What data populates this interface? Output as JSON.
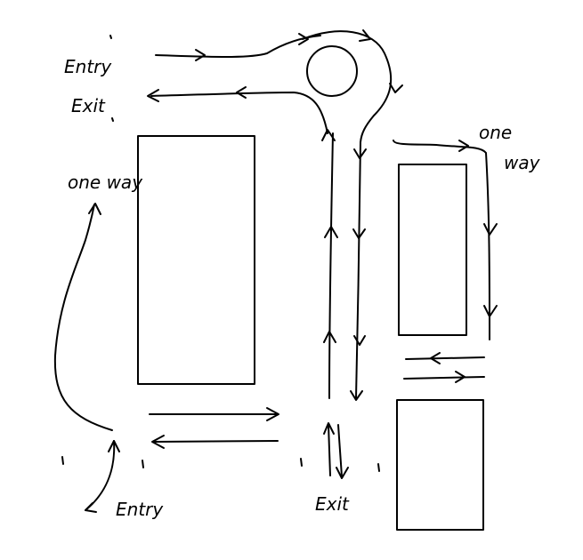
{
  "labels": {
    "entry_top": "Entry",
    "exit_top": "Exit",
    "one_way_left": "one way",
    "one_way_right_1": "one",
    "one_way_right_2": "way",
    "entry_bottom": "Entry",
    "exit_bottom": "Exit"
  },
  "colors": {
    "ink": "#000000",
    "background": "#ffffff"
  }
}
